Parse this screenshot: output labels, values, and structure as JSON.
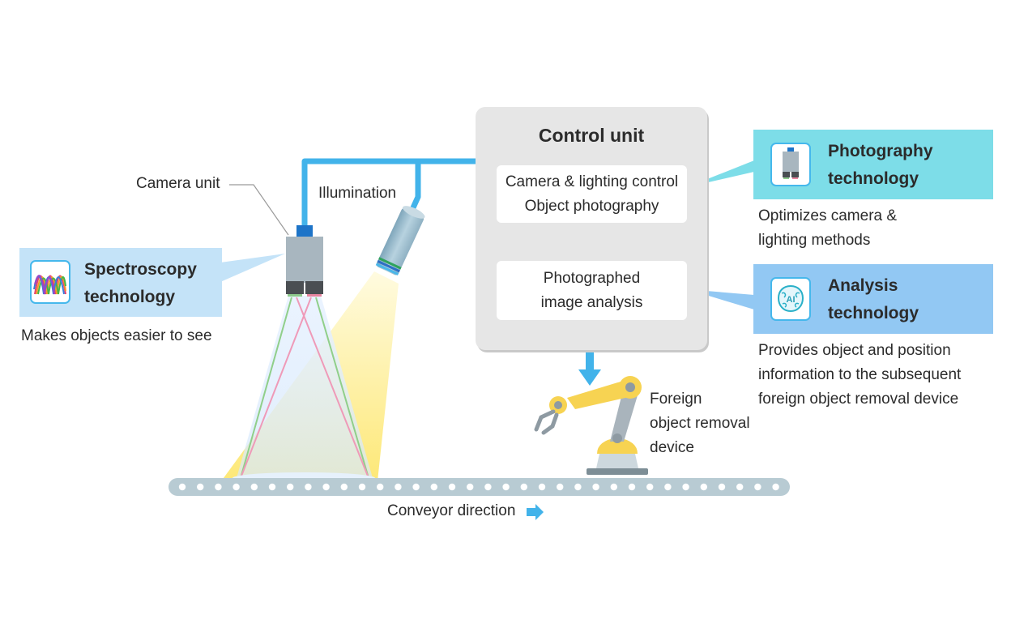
{
  "control_unit": {
    "title": "Control unit",
    "box1": {
      "line1": "Camera & lighting control",
      "line2": "Object photography"
    },
    "box2": {
      "line1": "Photographed",
      "line2": "image analysis"
    }
  },
  "labels": {
    "camera_unit": "Camera unit",
    "illumination": "Illumination",
    "foreign_device": [
      "Foreign",
      "object removal",
      "device"
    ],
    "conveyor": "Conveyor direction"
  },
  "spectroscopy": {
    "title_line1": "Spectroscopy",
    "title_line2": "technology",
    "description": "Makes objects easier to see",
    "icon": "spectrum-wave-icon"
  },
  "photography": {
    "title_line1": "Photography",
    "title_line2": "technology",
    "description": [
      "Optimizes camera &",
      "lighting methods"
    ],
    "icon": "camera-icon"
  },
  "analysis": {
    "title_line1": "Analysis",
    "title_line2": "technology",
    "description": [
      "Provides object and position",
      "information to the subsequent",
      "foreign object removal device"
    ],
    "icon": "ai-brain-icon",
    "icon_text": "AI"
  },
  "colors": {
    "cable": "#42b3ea",
    "spectroscopy_panel": "#c4e3f8",
    "photography_panel": "#7ddde8",
    "analysis_panel": "#92c8f3",
    "control_unit": "#e6e6e6",
    "conveyor": "#b8cbd3",
    "light_beam": "#fff0a0"
  }
}
